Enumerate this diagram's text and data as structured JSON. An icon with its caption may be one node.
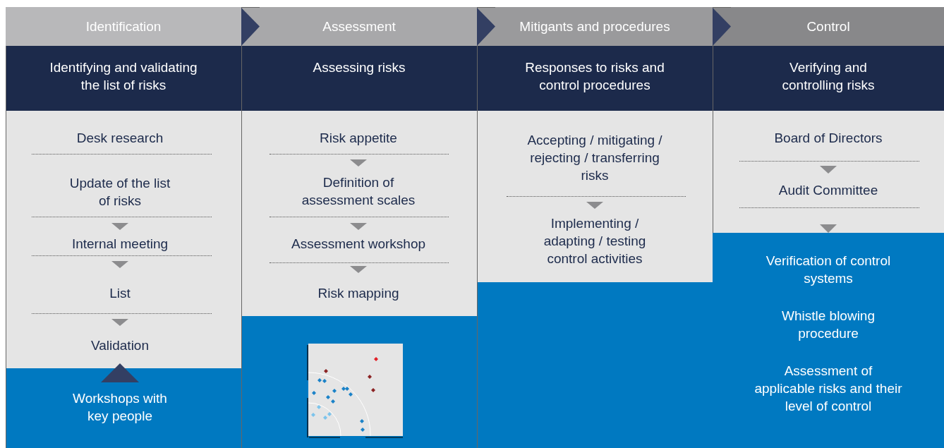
{
  "diagram": {
    "nodes": [
      {
        "text": [
          "Identification"
        ]
      },
      {
        "text": [
          "Assessment"
        ]
      },
      {
        "text": [
          "Mitigants and procedures"
        ]
      },
      {
        "text": [
          "Control"
        ]
      },
      {
        "text": [
          "Identifying and validating the list of risks"
        ]
      },
      {
        "text": [
          "Assessing risks"
        ]
      },
      {
        "text": [
          "Responses to risks and control procedures"
        ]
      },
      {
        "text": [
          "Verifying and controlling risks"
        ]
      },
      {
        "text": [
          "Desk research"
        ]
      },
      {
        "text": [
          "Update of the list of risks"
        ]
      },
      {
        "text": [
          "Internal meeting"
        ]
      },
      {
        "text": [
          "List"
        ]
      },
      {
        "text": [
          "Validation"
        ]
      },
      {
        "text": [
          "Workshops with key people"
        ]
      },
      {
        "text": [
          "Risk appetite"
        ]
      },
      {
        "text": [
          "Definition of assessment scales"
        ]
      },
      {
        "text": [
          "Assessment workshop"
        ]
      },
      {
        "text": [
          "Risk mapping"
        ]
      },
      {
        "text": [
          "Accepting / mitigating / rejecting / transferring risks"
        ]
      },
      {
        "text": [
          "Implementing / adapting / testing control activities"
        ]
      },
      {
        "text": [
          "Board of Directors"
        ]
      },
      {
        "text": [
          "Audit Committee"
        ]
      },
      {
        "text": [
          "Verification of control systems",
          "Whistle blowing procedure",
          "Assessment of applicable risks and their level of control"
        ]
      }
    ],
    "edges": [
      {
        "from": 0,
        "to": 1,
        "arrow": "to",
        "color": "#333f63"
      },
      {
        "from": 1,
        "to": 2,
        "arrow": "to",
        "color": "#333f63"
      },
      {
        "from": 2,
        "to": 3,
        "arrow": "to",
        "color": "#333f63"
      },
      {
        "from": 9,
        "to": 10,
        "arrow": "to"
      },
      {
        "from": 10,
        "to": 11,
        "arrow": "to"
      },
      {
        "from": 11,
        "to": 12,
        "arrow": "to"
      },
      {
        "from": 13,
        "to": 12,
        "arrow": "to",
        "color": "#333f63"
      },
      {
        "from": 14,
        "to": 15,
        "arrow": "to"
      },
      {
        "from": 15,
        "to": 16,
        "arrow": "to"
      },
      {
        "from": 16,
        "to": 17,
        "arrow": "to"
      },
      {
        "from": 18,
        "to": 19,
        "arrow": "to"
      },
      {
        "from": 20,
        "to": 21,
        "arrow": "to"
      },
      {
        "from": 21,
        "to": 22,
        "arrow": "to"
      }
    ]
  }
}
